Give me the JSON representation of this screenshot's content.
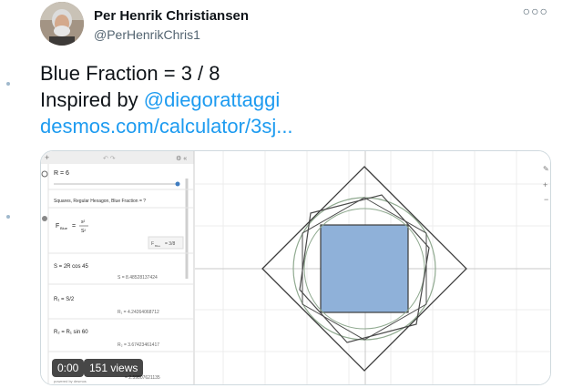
{
  "tweet": {
    "author": {
      "display_name": "Per Henrik Christiansen",
      "handle": "@PerHenrikChris1"
    },
    "more_icon": "more-horizontal-icon",
    "text": {
      "line1": "Blue Fraction = 3 / 8",
      "inspired_prefix": "Inspired by ",
      "mention": "@diegorattaggi",
      "link": "desmos.com/calculator/3sj..."
    }
  },
  "video": {
    "time": "0:00",
    "views": "151 views",
    "desmos": {
      "expressions": {
        "r_def": "R = 6",
        "note": "Squares, Regular Hexagon, Blue Fraction = ?",
        "f_blue": "F",
        "f_blue_sub": "Blue",
        "f_blue_num": "s²",
        "f_blue_den": "S²",
        "f_blue_result": "F",
        "f_blue_result_sub": "Blue",
        "f_blue_result_val": "= 3/8",
        "s_def": "S = 2R cos 45",
        "s_val": "S = 8.48528137424",
        "r1_def": "R₁ = S/2",
        "r1_val": "R₁ = 4.24264068712",
        "r2_def": "R₂ = R₁ sin 60",
        "r2_val": "R₂ = 3.67423461417",
        "r3_val": "= 2.59807621135",
        "footer": "powered by desmos"
      },
      "graph": {
        "square_fill": "#8fb1d9",
        "square_stroke": "#3b3b3b",
        "shape_stroke": "#4a4a4a",
        "circle_stroke": "#8fa98f"
      }
    }
  }
}
